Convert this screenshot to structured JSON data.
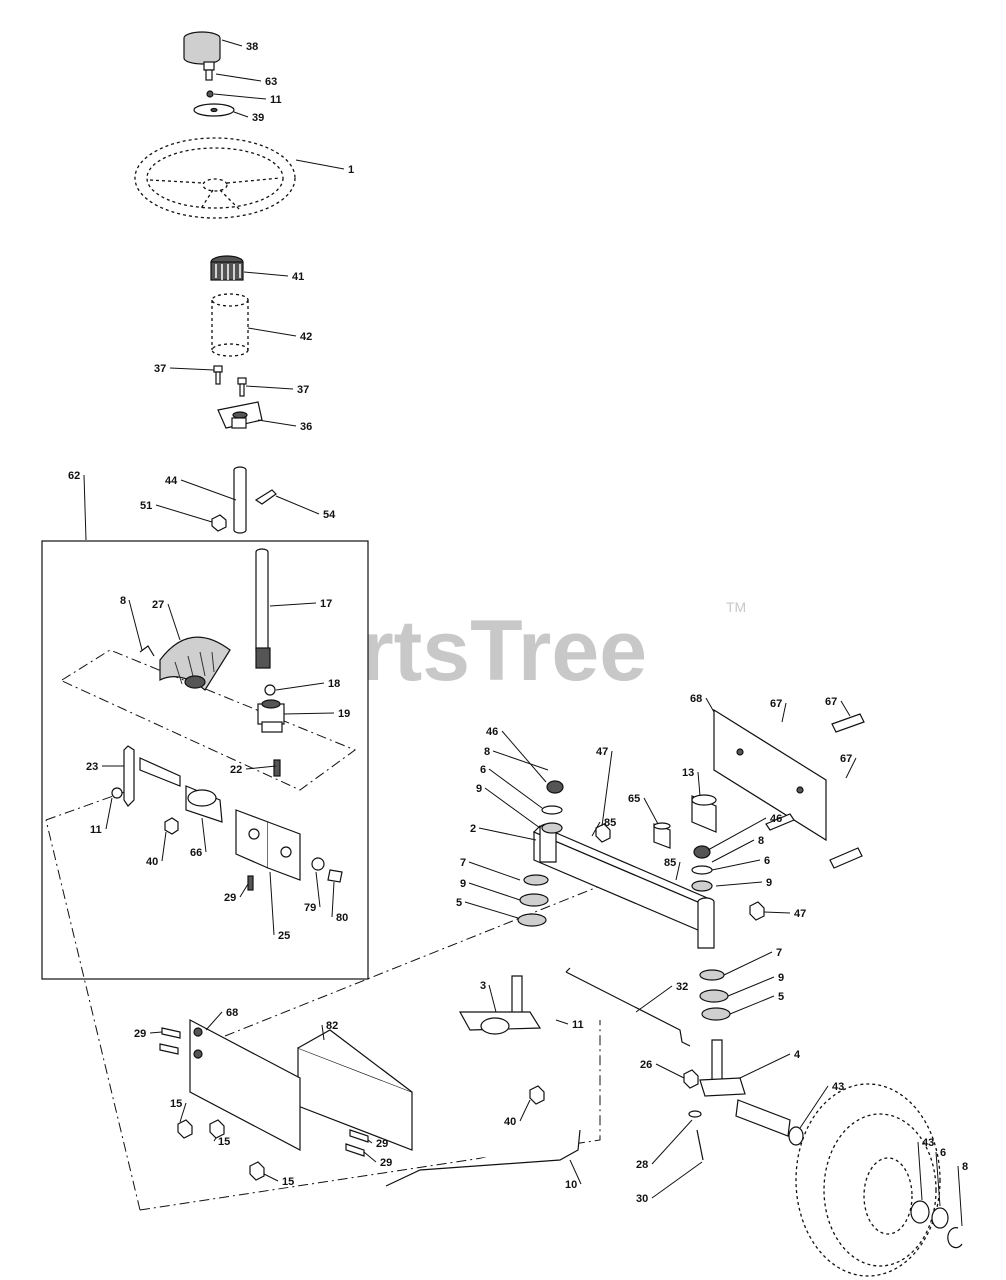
{
  "watermark": {
    "brand": "PartsTree",
    "trademark": "TM"
  },
  "callouts": [
    {
      "id": "c38",
      "label": "38"
    },
    {
      "id": "c63",
      "label": "63"
    },
    {
      "id": "c11a",
      "label": "11"
    },
    {
      "id": "c39",
      "label": "39"
    },
    {
      "id": "c1",
      "label": "1"
    },
    {
      "id": "c41",
      "label": "41"
    },
    {
      "id": "c42",
      "label": "42"
    },
    {
      "id": "c37a",
      "label": "37"
    },
    {
      "id": "c37b",
      "label": "37"
    },
    {
      "id": "c36",
      "label": "36"
    },
    {
      "id": "c62",
      "label": "62"
    },
    {
      "id": "c44",
      "label": "44"
    },
    {
      "id": "c51",
      "label": "51"
    },
    {
      "id": "c54",
      "label": "54"
    },
    {
      "id": "c8a",
      "label": "8"
    },
    {
      "id": "c27",
      "label": "27"
    },
    {
      "id": "c17",
      "label": "17"
    },
    {
      "id": "c18",
      "label": "18"
    },
    {
      "id": "c19",
      "label": "19"
    },
    {
      "id": "c23",
      "label": "23"
    },
    {
      "id": "c22",
      "label": "22"
    },
    {
      "id": "c11b",
      "label": "11"
    },
    {
      "id": "c40a",
      "label": "40"
    },
    {
      "id": "c66",
      "label": "66"
    },
    {
      "id": "c29a",
      "label": "29"
    },
    {
      "id": "c79",
      "label": "79"
    },
    {
      "id": "c80",
      "label": "80"
    },
    {
      "id": "c25",
      "label": "25"
    },
    {
      "id": "c68a",
      "label": "68"
    },
    {
      "id": "c67a",
      "label": "67"
    },
    {
      "id": "c67b",
      "label": "67"
    },
    {
      "id": "c67c",
      "label": "67"
    },
    {
      "id": "c46a",
      "label": "46"
    },
    {
      "id": "c8b",
      "label": "8"
    },
    {
      "id": "c6a",
      "label": "6"
    },
    {
      "id": "c9a",
      "label": "9"
    },
    {
      "id": "c47a",
      "label": "47"
    },
    {
      "id": "c13",
      "label": "13"
    },
    {
      "id": "c65",
      "label": "65"
    },
    {
      "id": "c85a",
      "label": "85"
    },
    {
      "id": "c2",
      "label": "2"
    },
    {
      "id": "c46b",
      "label": "46"
    },
    {
      "id": "c8c",
      "label": "8"
    },
    {
      "id": "c6b",
      "label": "6"
    },
    {
      "id": "c85b",
      "label": "85"
    },
    {
      "id": "c7a",
      "label": "7"
    },
    {
      "id": "c9b",
      "label": "9"
    },
    {
      "id": "c9c",
      "label": "9"
    },
    {
      "id": "c5a",
      "label": "5"
    },
    {
      "id": "c47b",
      "label": "47"
    },
    {
      "id": "c7b",
      "label": "7"
    },
    {
      "id": "c9d",
      "label": "9"
    },
    {
      "id": "c5b",
      "label": "5"
    },
    {
      "id": "c3",
      "label": "3"
    },
    {
      "id": "c11c",
      "label": "11"
    },
    {
      "id": "c32",
      "label": "32"
    },
    {
      "id": "c29b",
      "label": "29"
    },
    {
      "id": "c68b",
      "label": "68"
    },
    {
      "id": "c82",
      "label": "82"
    },
    {
      "id": "c26",
      "label": "26"
    },
    {
      "id": "c4",
      "label": "4"
    },
    {
      "id": "c43a",
      "label": "43"
    },
    {
      "id": "c15a",
      "label": "15"
    },
    {
      "id": "c15b",
      "label": "15"
    },
    {
      "id": "c29c",
      "label": "29"
    },
    {
      "id": "c40b",
      "label": "40"
    },
    {
      "id": "c29d",
      "label": "29"
    },
    {
      "id": "c15c",
      "label": "15"
    },
    {
      "id": "c10",
      "label": "10"
    },
    {
      "id": "c28",
      "label": "28"
    },
    {
      "id": "c30",
      "label": "30"
    },
    {
      "id": "c43b",
      "label": "43"
    },
    {
      "id": "c6c",
      "label": "6"
    },
    {
      "id": "c8d",
      "label": "8"
    }
  ]
}
